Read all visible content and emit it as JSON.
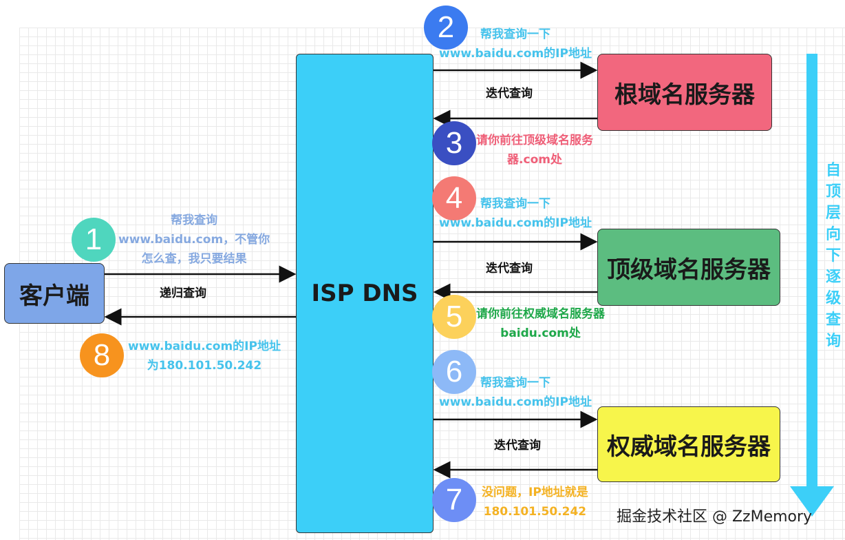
{
  "nodes": {
    "client": "客户端",
    "isp": "ISP DNS",
    "root": "根域名服务器",
    "tld": "顶级域名服务器",
    "auth": "权威域名服务器"
  },
  "steps": [
    {
      "num": "1",
      "color": "#4fd6be",
      "lines": [
        "帮我查询",
        "www.baidu.com，不管你",
        "怎么查，我只要结果"
      ],
      "text_color": "#86a9e0"
    },
    {
      "num": "2",
      "color": "#3b7bf0",
      "lines": [
        "帮我查询一下",
        "www.baidu.com的IP地址"
      ],
      "text_color": "#46c3ec"
    },
    {
      "num": "3",
      "color": "#3a4fc2",
      "lines": [
        "请你前往顶级域名服务",
        "器.com处"
      ],
      "text_color": "#ef5f78"
    },
    {
      "num": "4",
      "color": "#f47a74",
      "lines": [
        "帮我查询一下",
        "www.baidu.com的IP地址"
      ],
      "text_color": "#46c3ec"
    },
    {
      "num": "5",
      "color": "#fcd15b",
      "lines": [
        "请你前往权威域名服务器",
        "baidu.com处"
      ],
      "text_color": "#1fa84a"
    },
    {
      "num": "6",
      "color": "#8db9f7",
      "lines": [
        "帮我查询一下",
        "www.baidu.com的IP地址"
      ],
      "text_color": "#46c3ec"
    },
    {
      "num": "7",
      "color": "#6d8ef5",
      "lines": [
        "没问题，IP地址就是",
        "180.101.50.242"
      ],
      "text_color": "#f4b223"
    },
    {
      "num": "8",
      "color": "#f7931e",
      "lines": [
        "www.baidu.com的IP地址",
        "为180.101.50.242"
      ],
      "text_color": "#46c3ec"
    }
  ],
  "edge_labels": {
    "recursive": "递归查询",
    "iter_root": "迭代查询",
    "iter_tld": "迭代查询",
    "iter_auth": "迭代查询"
  },
  "side_label": "自顶层向下逐级查询",
  "side_arrow_color": "#3ccff8",
  "watermark": "掘金技术社区 @ ZzMemory"
}
